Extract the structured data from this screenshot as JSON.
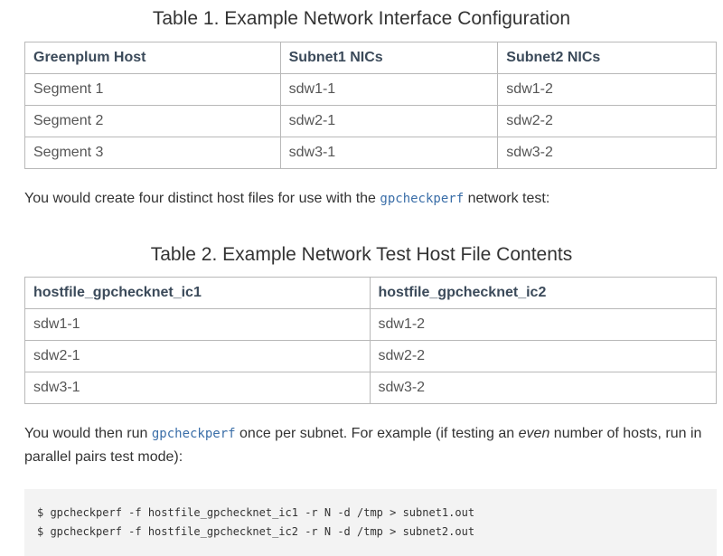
{
  "table1": {
    "caption": "Table 1. Example Network Interface Configuration",
    "headers": [
      "Greenplum Host",
      "Subnet1 NICs",
      "Subnet2 NICs"
    ],
    "rows": [
      [
        "Segment 1",
        "sdw1-1",
        "sdw1-2"
      ],
      [
        "Segment 2",
        "sdw2-1",
        "sdw2-2"
      ],
      [
        "Segment 3",
        "sdw3-1",
        "sdw3-2"
      ]
    ]
  },
  "para1": {
    "before": "You would create four distinct host files for use with the ",
    "code": "gpcheckperf",
    "after": " network test:"
  },
  "table2": {
    "caption": "Table 2. Example Network Test Host File Contents",
    "headers": [
      "hostfile_gpchecknet_ic1",
      "hostfile_gpchecknet_ic2"
    ],
    "rows": [
      [
        "sdw1-1",
        "sdw1-2"
      ],
      [
        "sdw2-1",
        "sdw2-2"
      ],
      [
        "sdw3-1",
        "sdw3-2"
      ]
    ]
  },
  "para2": {
    "before": "You would then run ",
    "code": "gpcheckperf",
    "middle": " once per subnet. For example (if testing an ",
    "emphasis": "even",
    "after": " number of hosts, run in parallel pairs test mode):"
  },
  "code_block": {
    "lines": [
      "$ gpcheckperf -f hostfile_gpchecknet_ic1 -r N -d /tmp > subnet1.out",
      "$ gpcheckperf -f hostfile_gpchecknet_ic2 -r N -d /tmp > subnet2.out"
    ]
  }
}
